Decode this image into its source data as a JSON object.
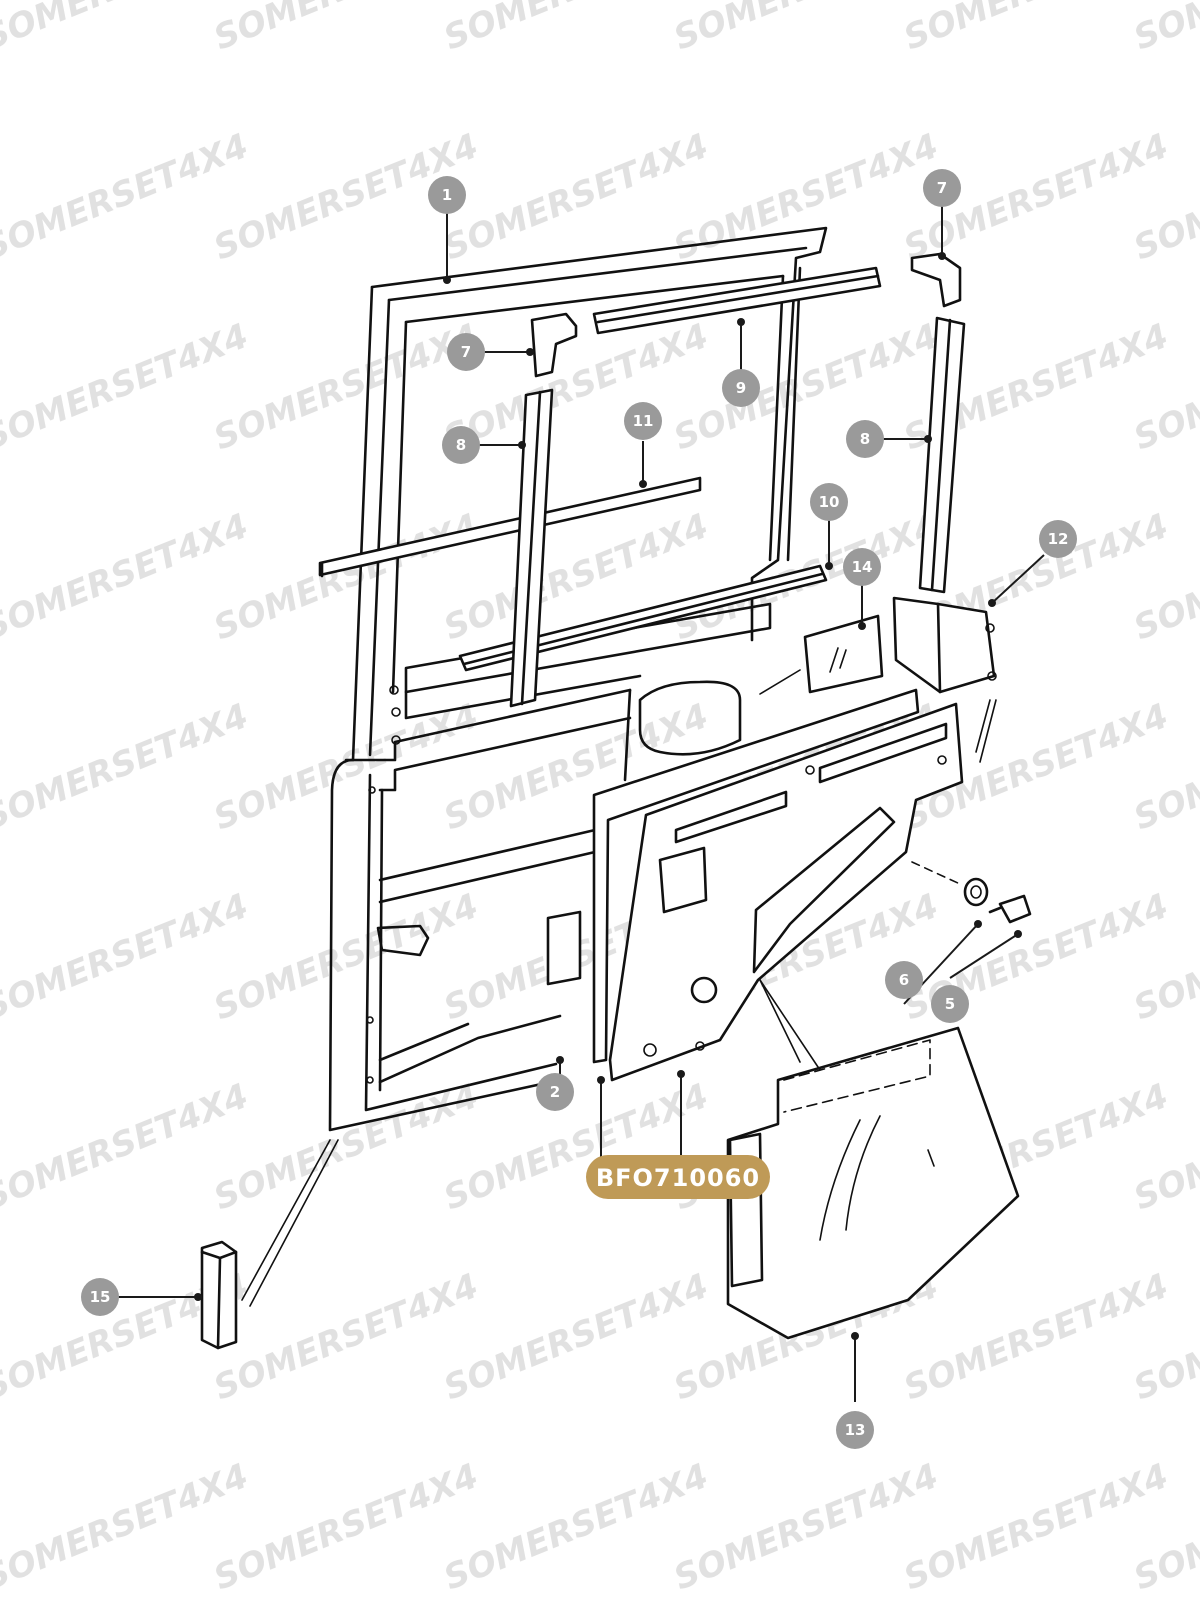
{
  "watermark": {
    "text": "SOMERSET4X4"
  },
  "part_badge": {
    "code": "BFO710060",
    "color": "#bf9a57"
  },
  "callouts": {
    "c1": "1",
    "c2": "2",
    "c5": "5",
    "c6": "6",
    "c7a": "7",
    "c7b": "7",
    "c8a": "8",
    "c8b": "8",
    "c9": "9",
    "c10": "10",
    "c11": "11",
    "c12": "12",
    "c13": "13",
    "c14": "14",
    "c15": "15"
  }
}
